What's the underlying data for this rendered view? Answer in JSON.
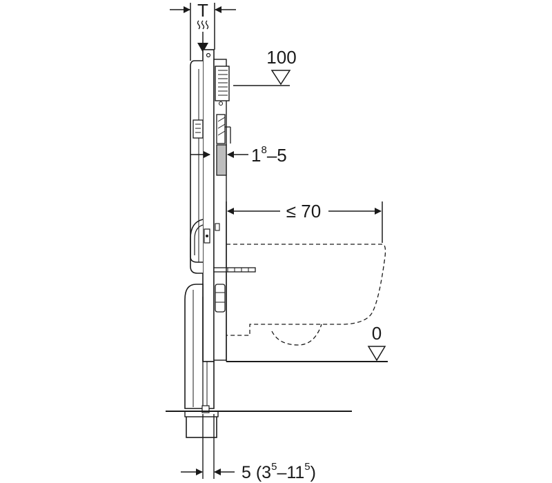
{
  "labels": {
    "depth": "T",
    "top_level": "100",
    "gap_base": "1",
    "gap_sup": "8",
    "gap_rest": "–5",
    "projection": "≤ 70",
    "floor_level": "0",
    "pipe_base": "5 (3",
    "pipe_sup1": "5",
    "pipe_mid": "–11",
    "pipe_sup2": "5",
    "pipe_end": ")"
  },
  "colors": {
    "ink": "#1a1a1a",
    "fill": "#ffffff",
    "shade": "#bdbdbd"
  }
}
